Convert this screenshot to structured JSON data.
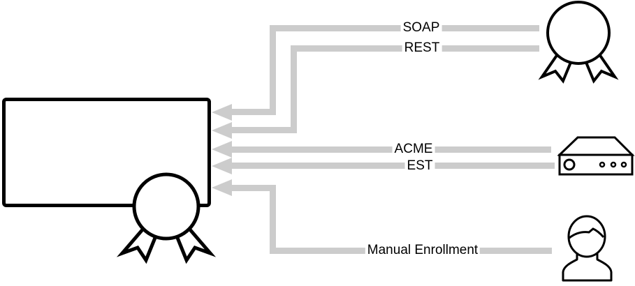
{
  "colors": {
    "background": "#ffffff",
    "connector": "#cccccc",
    "outline": "#000000",
    "label_text": "#000000",
    "label_background": "#ffffff"
  },
  "connectors": [
    {
      "label": "SOAP",
      "source": "award-ribbon-icon",
      "target": "certificate-box"
    },
    {
      "label": "REST",
      "source": "award-ribbon-icon",
      "target": "certificate-box"
    },
    {
      "label": "ACME",
      "source": "appliance-icon",
      "target": "certificate-box"
    },
    {
      "label": "EST",
      "source": "appliance-icon",
      "target": "certificate-box"
    },
    {
      "label": "Manual Enrollment",
      "source": "person-icon",
      "target": "certificate-box"
    }
  ],
  "icons": {
    "left": "certificate-box-with-award-seal",
    "top_right": "award-ribbon-icon",
    "middle_right": "appliance-icon",
    "bottom_right": "person-icon"
  }
}
